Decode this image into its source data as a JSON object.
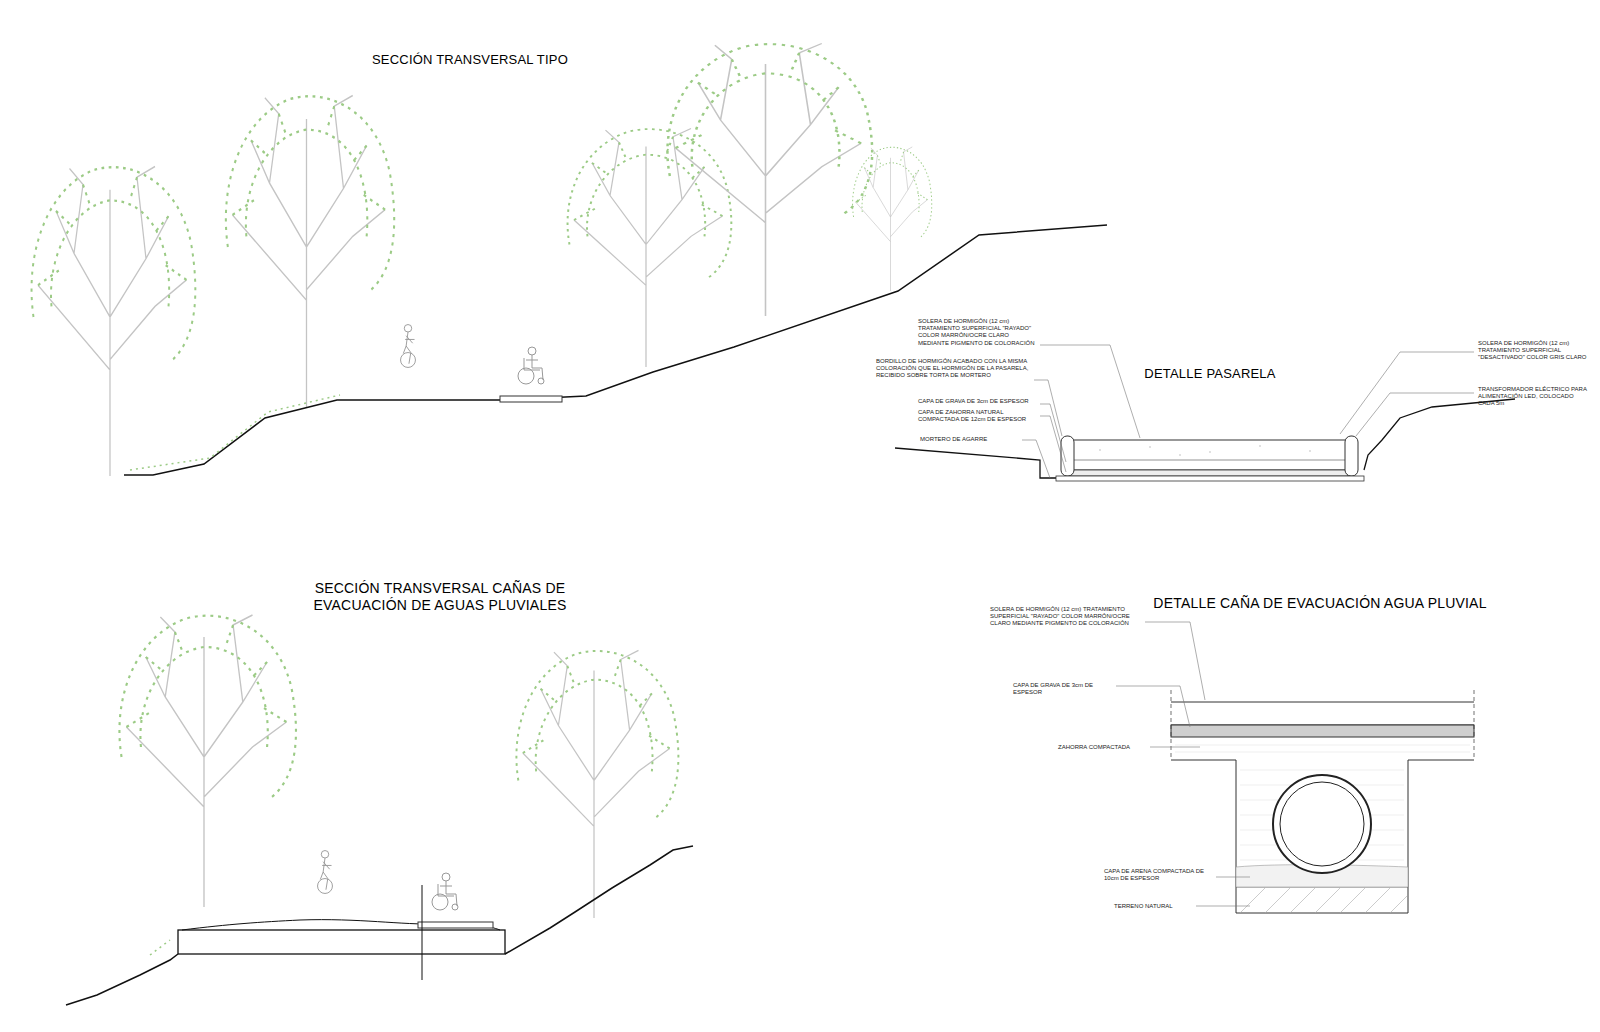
{
  "diagram": {
    "labels": [
      "SECCIÓN TRANSVERSAL TIPO",
      "DETALLE PASARELA",
      "SOLERA DE HORMIGÓN (12 cm) TRATAMIENTO SUPERFICIAL \"RAYADO\" COLOR MARRÓN/OCRE CLARO MEDIANTE PIGMENTO DE COLORACIÓN",
      "BORDILLO DE HORMIGÓN ACABADO CON LA MISMA COLORACIÓN QUE EL HORMIGÓN DE LA PASARELA, RECIBIDO SOBRE TORTA DE MORTERO",
      "CAPA DE GRAVA DE 3cm DE ESPESOR",
      "CAPA DE ZAHORRA NATURAL COMPACTADA DE 12cm DE ESPESOR",
      "MORTERO DE AGARRE",
      "SOLERA DE HORMIGÓN (12 cm) TRATAMIENTO SUPERFICIAL \"DESACTIVADO\" COLOR GRIS CLARO",
      "TRANSFORMADOR ELÉCTRICO PARA ALIMENTACIÓN LED, COLOCADO CADA 5m",
      "SECCIÓN TRANSVERSAL CAÑAS DE EVACUACIÓN DE AGUAS PLUVIALES",
      "DETALLE CAÑA DE EVACUACIÓN AGUA PLUVIAL",
      "SOLERA DE HORMIGÓN (12 cm) TRATAMIENTO SUPERFICIAL \"RAYADO\" COLOR MARRÓN/OCRE CLARO MEDIANTE PIGMENTO DE COLORACIÓN",
      "CAPA DE GRAVA DE 3cm DE ESPESOR",
      "ZAHORRA COMPACTADA",
      "CAPA DE ARENA COMPACTADA DE 10cm DE ESPESOR",
      "TERRENO NATURAL"
    ]
  }
}
